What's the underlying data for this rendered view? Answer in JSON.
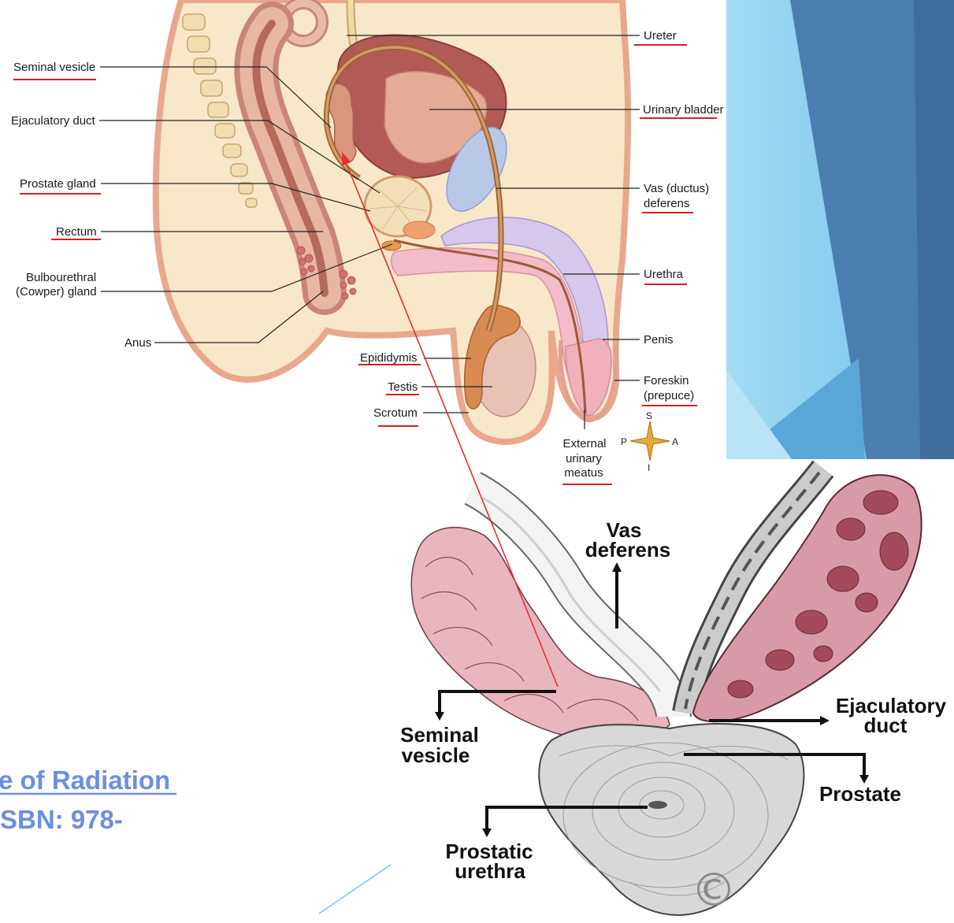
{
  "top_diagram": {
    "labels": {
      "seminal_vesicle": "Seminal vesicle",
      "ejaculatory_duct": "Ejaculatory duct",
      "prostate_gland": "Prostate gland",
      "rectum": "Rectum",
      "bulbourethral": [
        "Bulbourethral",
        "(Cowper) gland"
      ],
      "anus": "Anus",
      "epididymis": "Epididymis",
      "testis": "Testis",
      "scrotum": "Scrotum",
      "ureter": "Ureter",
      "urinary_bladder": "Urinary bladder",
      "vas_deferens": [
        "Vas (ductus)",
        "deferens"
      ],
      "urethra": "Urethra",
      "penis": "Penis",
      "foreskin": [
        "Foreskin",
        "(prepuce)"
      ],
      "external_meatus": [
        "External",
        "urinary",
        "meatus"
      ]
    },
    "compass": {
      "superior": "S",
      "posterior": "P",
      "anterior": "A",
      "inferior": "I"
    }
  },
  "bottom_diagram": {
    "labels": {
      "vas_deferens": [
        "Vas",
        "deferens"
      ],
      "seminal_vesicle": [
        "Seminal",
        "vesicle"
      ],
      "ejaculatory_duct": [
        "Ejaculatory",
        "duct"
      ],
      "prostate": "Prostate",
      "prostatic_urethra": [
        "Prostatic",
        "urethra"
      ]
    },
    "copyright_mark": "©"
  },
  "slide_text": {
    "line1": "e of Radiation",
    "line2": "SBN: 978-"
  },
  "colors": {
    "label_underline": "#d42020",
    "pointer_arrow": "#e53030",
    "slide_text": "#6b8fe0",
    "panel_light": "#8fd0ee",
    "panel_dark": "#4a7db0"
  }
}
